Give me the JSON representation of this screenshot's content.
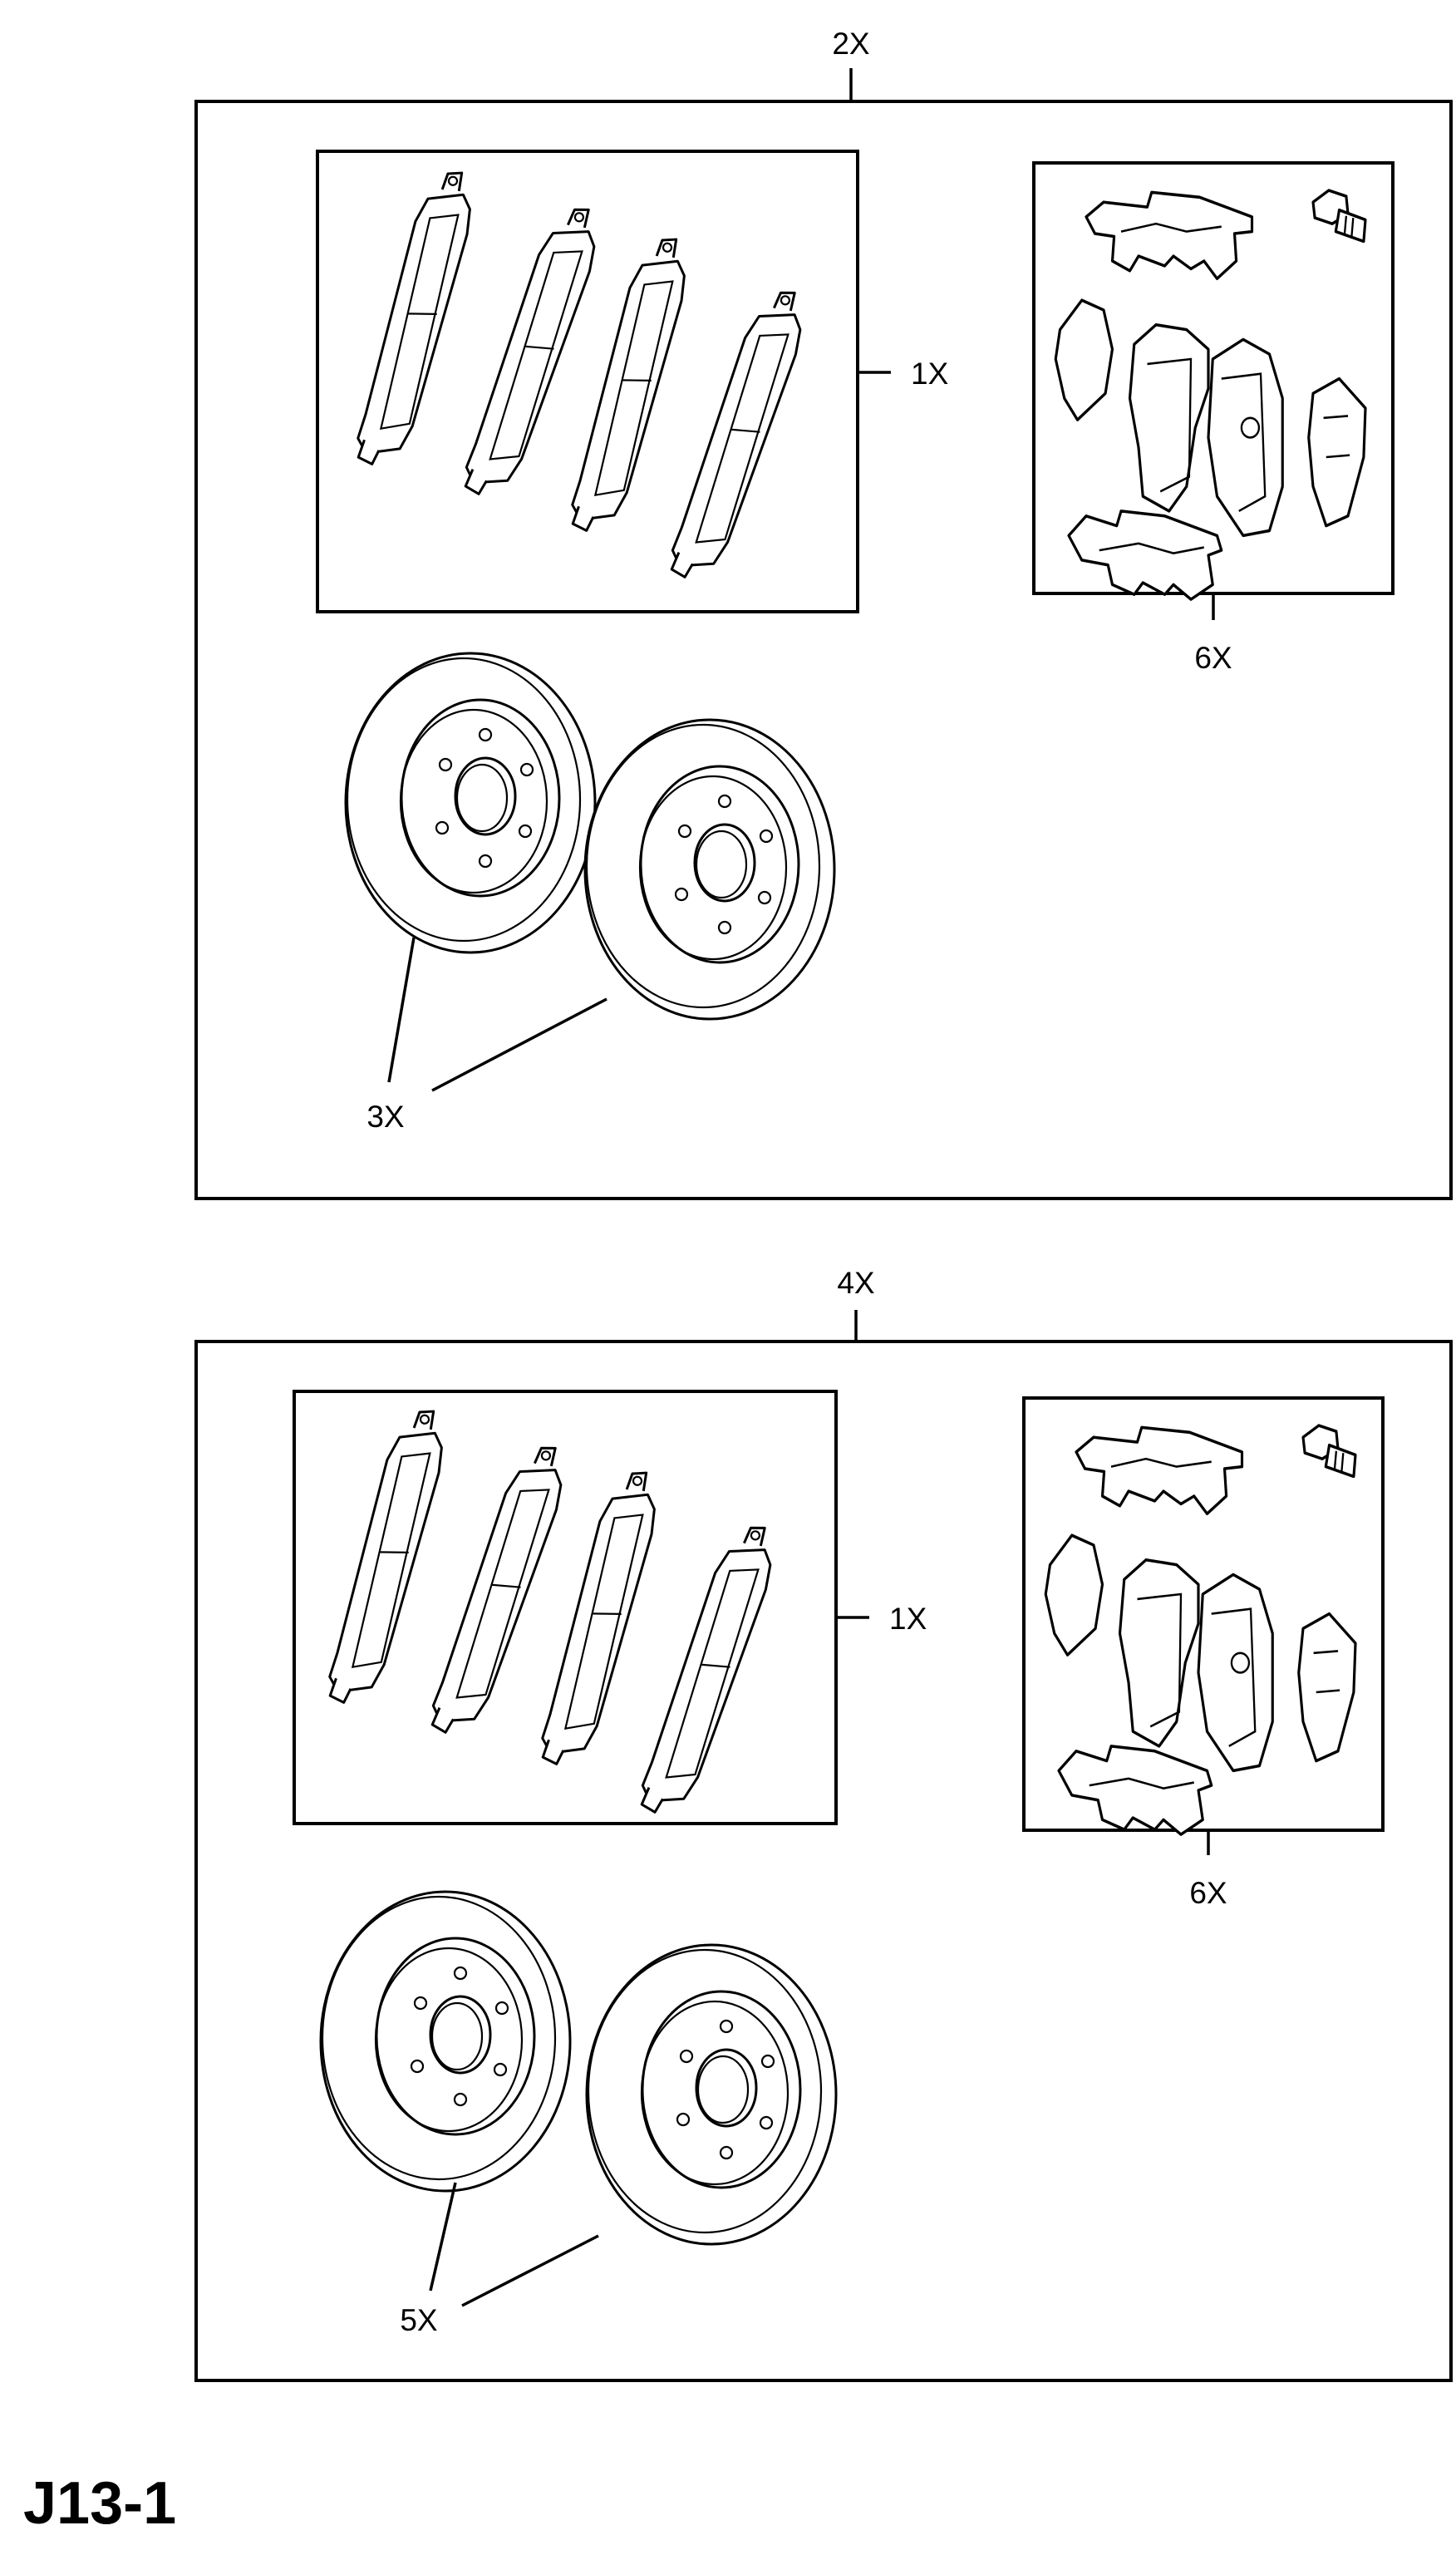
{
  "diagram_code": "J13-1",
  "groups": [
    {
      "id": "upper",
      "kit_label": "2X",
      "pads_label": "1X",
      "hardware_label": "6X",
      "discs_label": "3X"
    },
    {
      "id": "lower",
      "kit_label": "4X",
      "pads_label": "1X",
      "hardware_label": "6X",
      "discs_label": "5X"
    }
  ]
}
